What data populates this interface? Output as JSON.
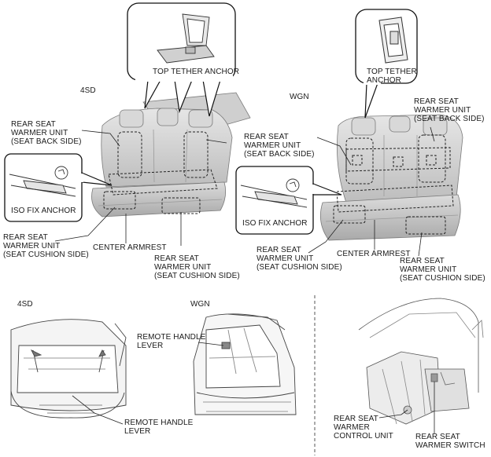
{
  "panels": {
    "top_left_variant": "4SD",
    "top_right_variant": "WGN",
    "bottom_left_variant": "4SD",
    "bottom_middle_variant": "WGN"
  },
  "labels": {
    "top_tether_anchor_4sd": "TOP TETHER ANCHOR",
    "top_tether_anchor_wgn": "TOP TETHER\nANCHOR",
    "iso_fix_anchor_4sd": "ISO FIX ANCHOR",
    "iso_fix_anchor_wgn": "ISO FIX ANCHOR",
    "back_warmer_4sd": "REAR SEAT\nWARMER UNIT\n(SEAT BACK SIDE)",
    "back_warmer_wgn_left": "REAR SEAT\nWARMER UNIT\n(SEAT BACK SIDE)",
    "back_warmer_wgn_right": "REAR SEAT\nWARMER UNIT\n(SEAT BACK SIDE)",
    "cushion_warmer_4sd_left": "REAR SEAT\nWARMER UNIT\n(SEAT CUSHION SIDE)",
    "cushion_warmer_4sd_right": "REAR SEAT\nWARMER UNIT\n(SEAT CUSHION SIDE)",
    "cushion_warmer_wgn_left": "REAR SEAT\nWARMER UNIT\n(SEAT CUSHION SIDE)",
    "cushion_warmer_wgn_right": "REAR SEAT\nWARMER UNIT\n(SEAT CUSHION SIDE)",
    "center_armrest_4sd": "CENTER ARMREST",
    "center_armrest_wgn": "CENTER ARMREST",
    "remote_handle_lever_4sd": "REMOTE HANDLE\nLEVER",
    "remote_handle_lever_wgn": "REMOTE HANDLE\nLEVER",
    "control_unit": "REAR SEAT\nWARMER\nCONTROL UNIT",
    "warmer_switch": "REAR SEAT\nWARMER SWITCH"
  }
}
